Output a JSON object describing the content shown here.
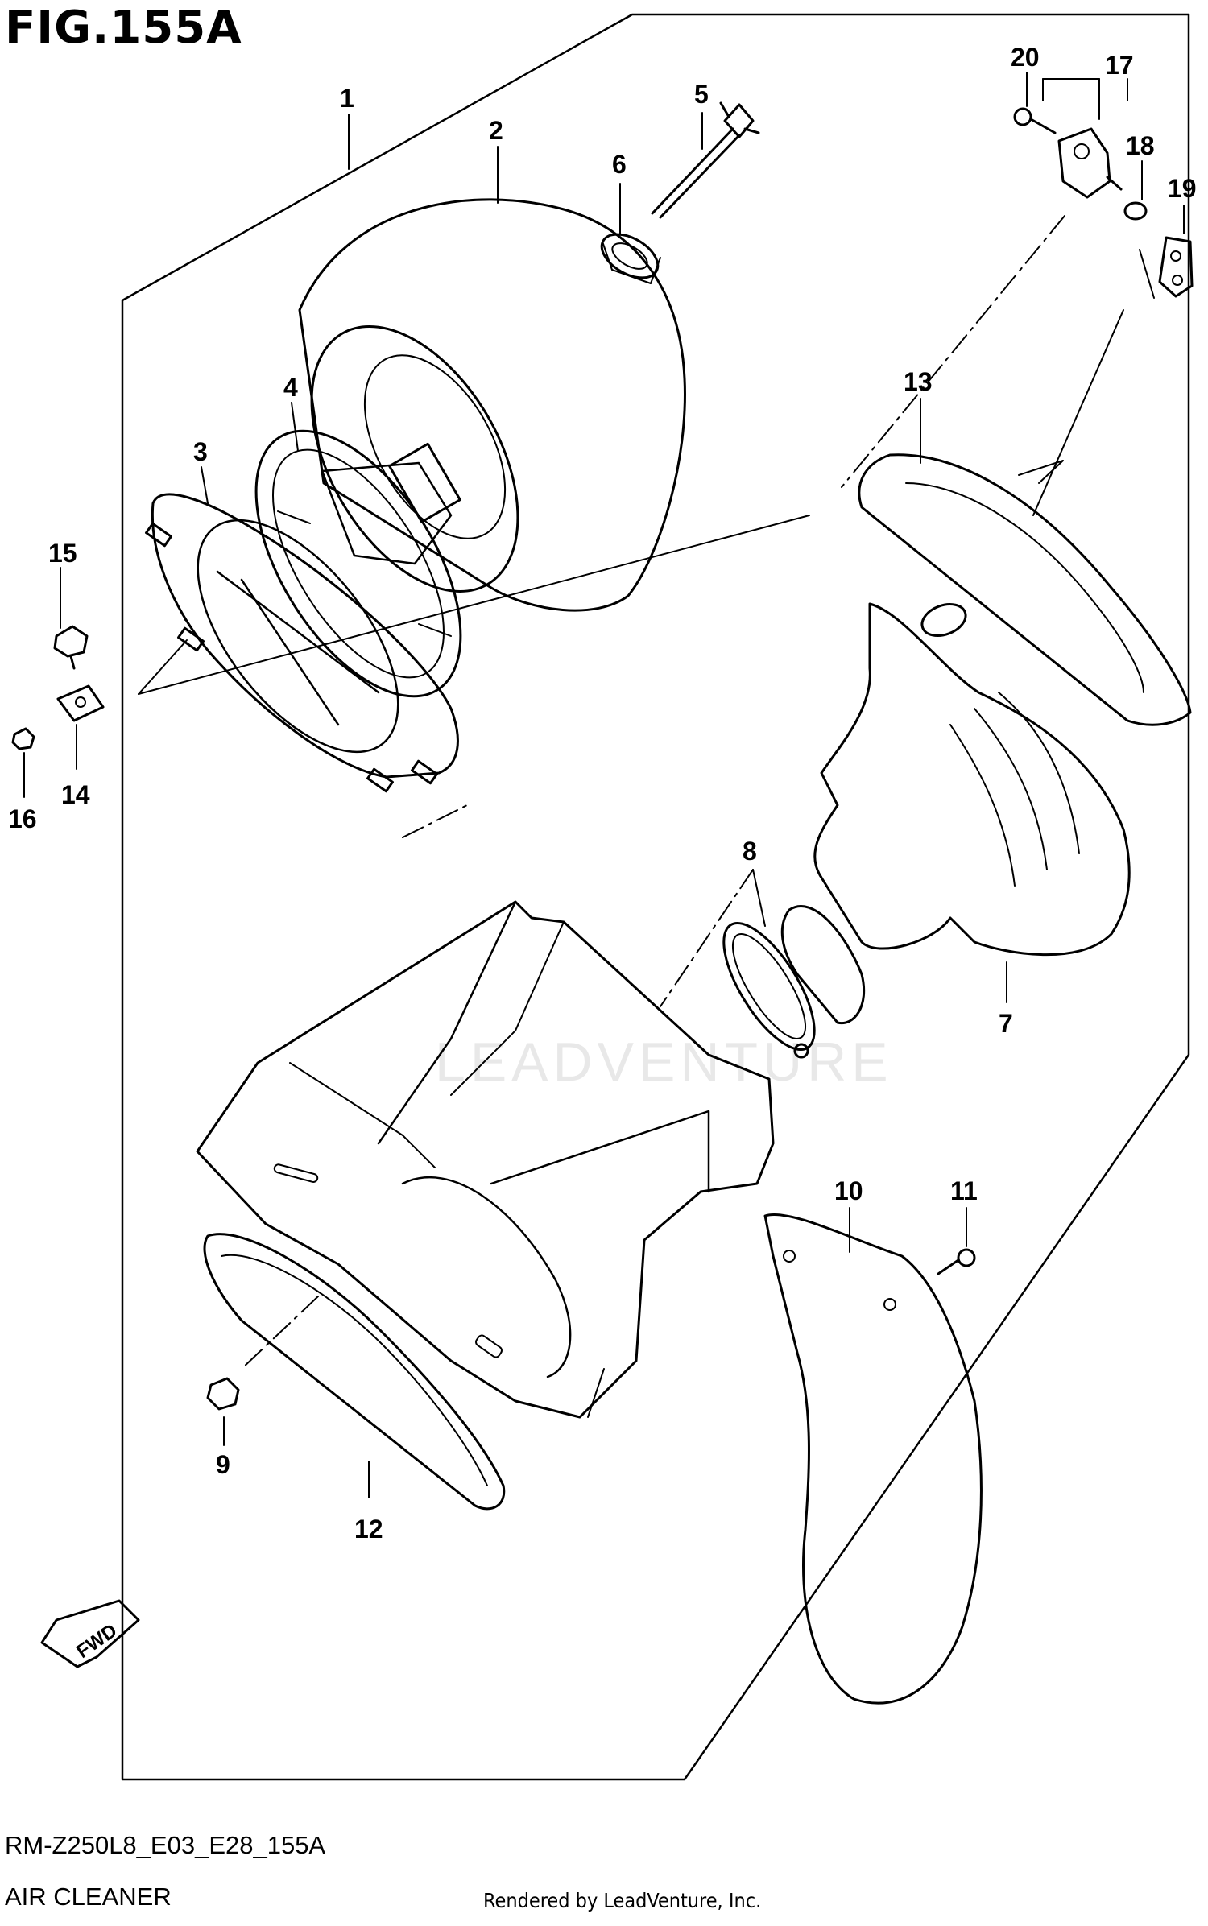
{
  "figure": {
    "title": "FIG.155A",
    "code": "RM-Z250L8_E03_E28_155A",
    "name": "AIR CLEANER",
    "rendered_by": "Rendered by LeadVenture, Inc.",
    "watermark": "LEADVENTURE",
    "fwd_label": "FWD"
  },
  "callouts": [
    "1",
    "2",
    "3",
    "4",
    "5",
    "6",
    "7",
    "8",
    "9",
    "10",
    "11",
    "12",
    "13",
    "14",
    "15",
    "16",
    "17",
    "18",
    "19",
    "20"
  ]
}
